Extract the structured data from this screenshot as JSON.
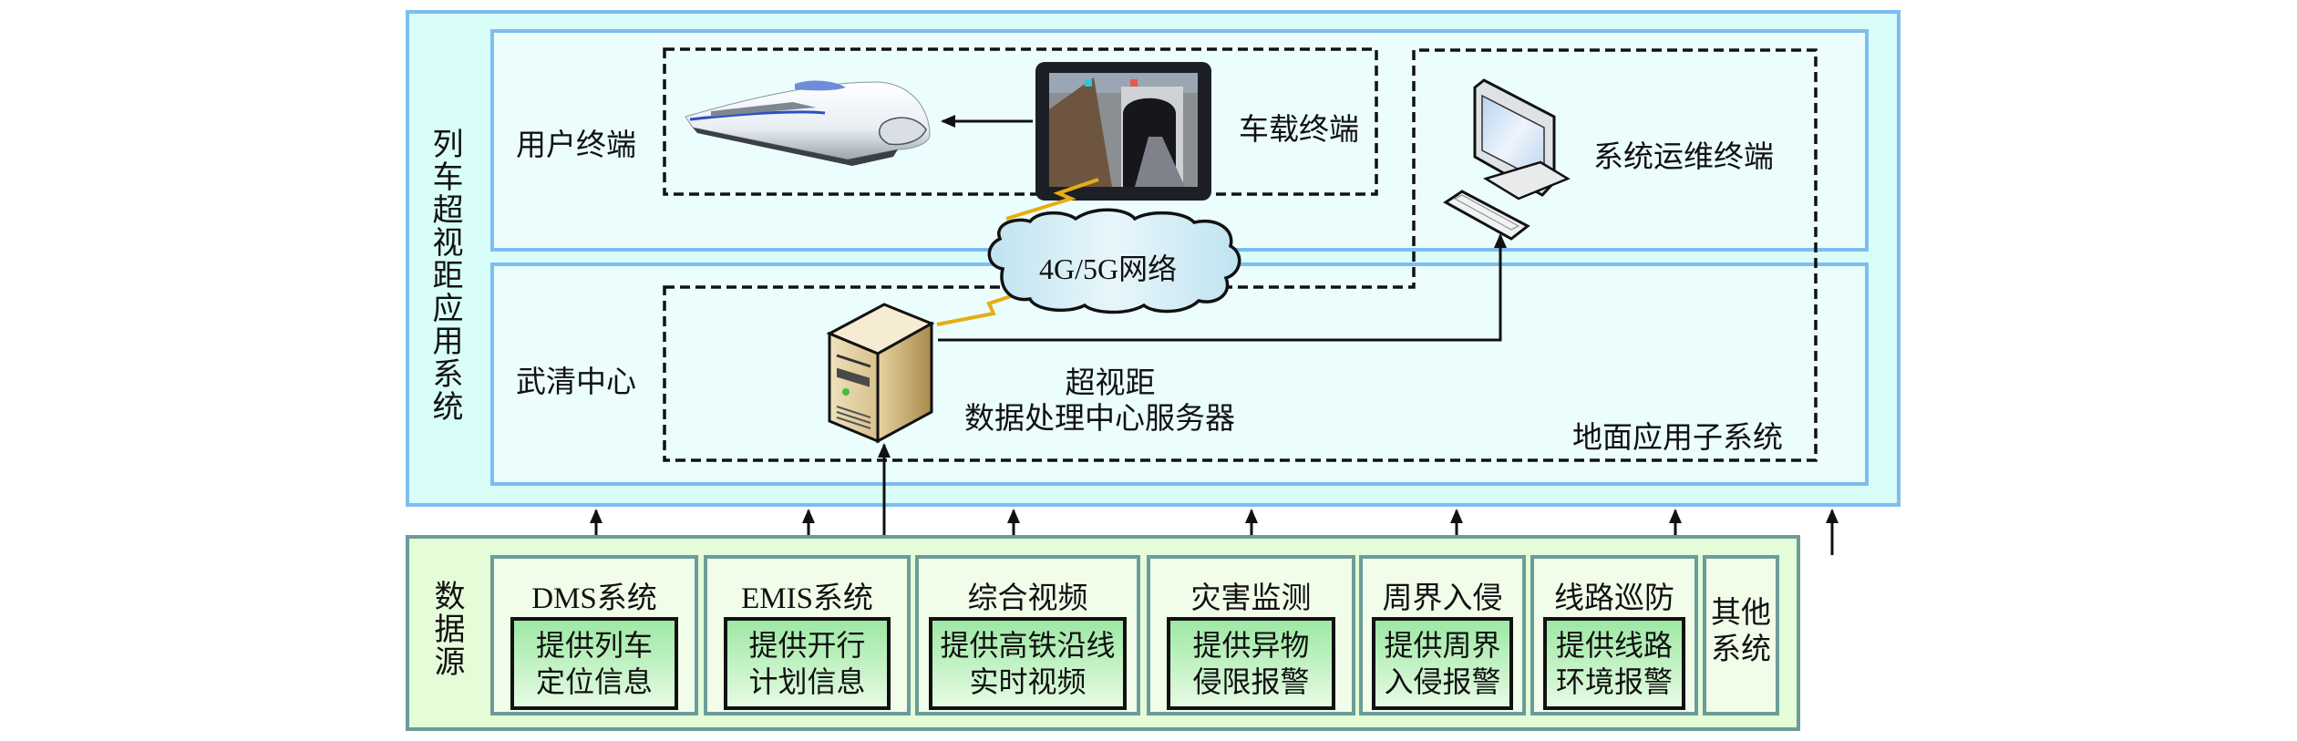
{
  "app_system": {
    "label": "列车超视距应用系统",
    "user_terminal_section": {
      "label": "用户终端",
      "onboard_terminal_label": "车载终端",
      "train_icon": "high-speed-train-image",
      "tablet_icon": "onboard-tablet-tunnel-view-image"
    },
    "ground_section": {
      "label": "武清中心",
      "server_label_line1": "超视距",
      "server_label_line2": "数据处理中心服务器",
      "ground_subsystem_label": "地面应用子系统",
      "ops_terminal_label": "系统运维终端",
      "server_icon": "server-tower-icon",
      "ops_icon": "desktop-computer-icon"
    },
    "network": {
      "label": "4G/5G网络",
      "icon": "cloud-icon"
    }
  },
  "data_sources": {
    "label": "数据源",
    "items": [
      {
        "title": "DMS系统",
        "desc_line1": "提供列车",
        "desc_line2": "定位信息"
      },
      {
        "title": "EMIS系统",
        "desc_line1": "提供开行",
        "desc_line2": "计划信息"
      },
      {
        "title": "综合视频",
        "desc_line1": "提供高铁沿线",
        "desc_line2": "实时视频"
      },
      {
        "title": "灾害监测",
        "desc_line1": "提供异物",
        "desc_line2": "侵限报警"
      },
      {
        "title": "周界入侵",
        "desc_line1": "提供周界",
        "desc_line2": "入侵报警"
      },
      {
        "title": "线路巡防",
        "desc_line1": "提供线路",
        "desc_line2": "环境报警"
      },
      {
        "title_line1": "其他",
        "title_line2": "系统"
      }
    ]
  }
}
